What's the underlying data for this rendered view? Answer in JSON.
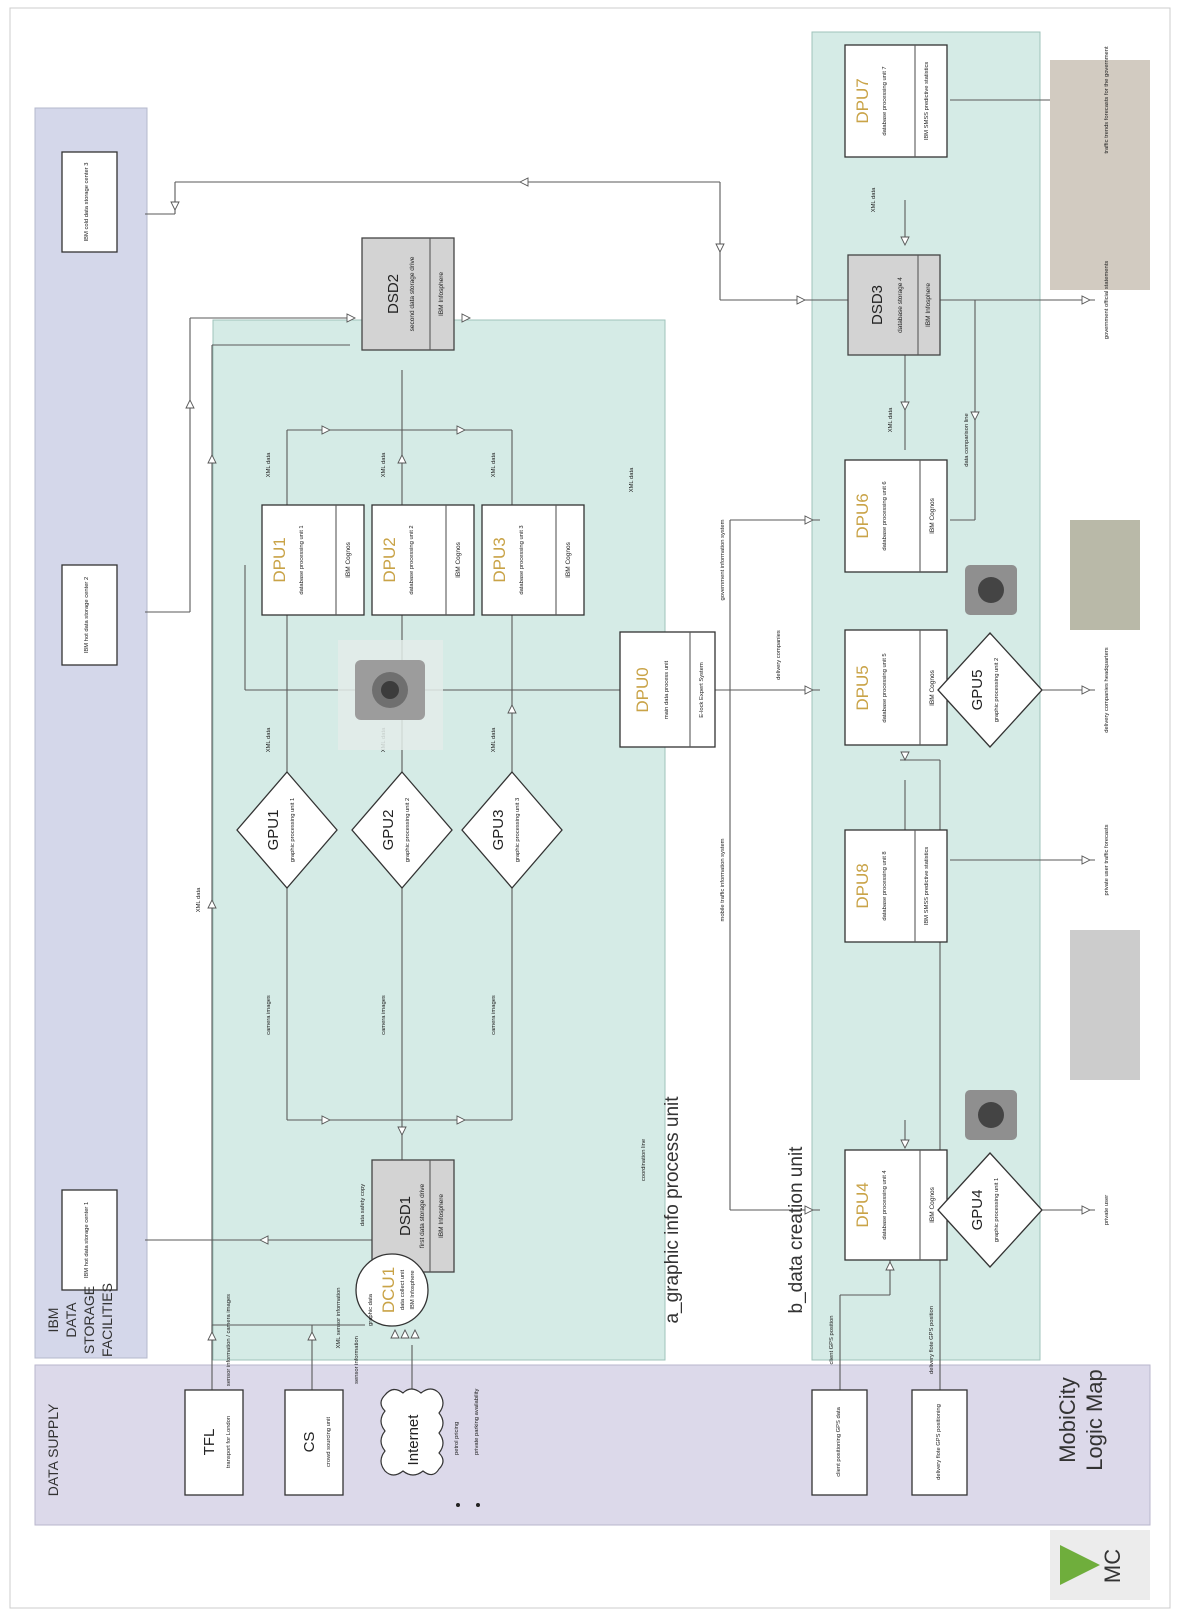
{
  "bands": {
    "data_supply": "DATA SUPPLY",
    "ibm_storage": [
      "IBM",
      "DATA",
      "STORAGE",
      "FACILITIES"
    ]
  },
  "sources": {
    "tfl": {
      "title": "TFL",
      "sub": "transport for London"
    },
    "cs": {
      "title": "CS",
      "sub": "crowd sourcing unit"
    },
    "internet": {
      "title": "Internet",
      "bullets": [
        "petrol pricing",
        "private parking availability"
      ]
    },
    "client_gps": "client positioning GPS data",
    "fleet_gps": "delivery flote GPS positioning"
  },
  "storage": {
    "hot1": "IBM hot data storage center 1",
    "hot2": "IBM hot data storage center 2",
    "cold3": "IBM cold data storage center 3"
  },
  "nodes": {
    "dcu1": {
      "name": "DCU1",
      "sub": "data collect unit",
      "sw": "IBM Infosphere"
    },
    "dsd1": {
      "name": "DSD1",
      "sub": "first data storage drive",
      "sw": "IBM Infosphere"
    },
    "dsd2": {
      "name": "DSD2",
      "sub": "second data storage drive",
      "sw": "IBM Infosphere"
    },
    "dsd3": {
      "name": "DSD3",
      "sub": "database storage 4",
      "sw": "IBM Infosphere"
    },
    "dpu0": {
      "name": "DPU0",
      "sub": "main data process unit",
      "sw": "E-lock Expert System"
    },
    "dpu1": {
      "name": "DPU1",
      "sub": "database processing unit 1",
      "sw": "IBM Cognos"
    },
    "dpu2": {
      "name": "DPU2",
      "sub": "database processing unit 2",
      "sw": "IBM Cognos"
    },
    "dpu3": {
      "name": "DPU3",
      "sub": "database processing unit 3",
      "sw": "IBM Cognos"
    },
    "dpu4": {
      "name": "DPU4",
      "sub": "database processing unit 4",
      "sw": "IBM Cognos"
    },
    "dpu5": {
      "name": "DPU5",
      "sub": "database processing unit 5",
      "sw": "IBM Cognos"
    },
    "dpu6": {
      "name": "DPU6",
      "sub": "database processing unit 6",
      "sw": "IBM Cognos"
    },
    "dpu7": {
      "name": "DPU7",
      "sub": "database processing unit 7",
      "sw": "IBM SMSS predictive statistics"
    },
    "dpu8": {
      "name": "DPU8",
      "sub": "database processing unit 8",
      "sw": "IBM SMSS predictive statistics"
    },
    "gpu1": {
      "name": "GPU1",
      "sub": "graphic processing unit 1"
    },
    "gpu2": {
      "name": "GPU2",
      "sub": "graphic processing unit 2"
    },
    "gpu3": {
      "name": "GPU3",
      "sub": "graphic processing unit 3"
    },
    "gpu4": {
      "name": "GPU4",
      "sub": "graphic processing unit 1"
    },
    "gpu5": {
      "name": "GPU5",
      "sub": "graphic processing unit 2"
    }
  },
  "labels": {
    "xml_data": "XML data",
    "camera_images": "camera images",
    "graphic_data": "graphic data",
    "xml_sensor": "XML sensor information",
    "data_safety": "data safety copy",
    "sensor_info": "sensor information",
    "sensor_camera": "sensor information / camera images",
    "coordination": "coordination line",
    "data_comparison": "data comparison line",
    "gov_info_system": "government information system",
    "mobile_traffic": "mobile traffic information system",
    "delivery_companies": "delivery companies",
    "client_gps_pos": "client GPS position",
    "fleet_gps_pos": "delivery flote GPS position"
  },
  "outputs": {
    "traffic_trends": "traffic trends forecasts for the government",
    "gov_statements": "government official statements",
    "delivery_hq": "delivery companies headquarters",
    "private_forecasts": "private user traffic forecasts",
    "private_user": "private user"
  },
  "units": {
    "a": "a_graphic info process unit",
    "b": "b_data creation unit"
  },
  "brand": {
    "logo": "MC",
    "line1": "MobiCity",
    "line2": "Logic Map"
  },
  "colors": {
    "supply_band": "#dcd9ea",
    "storage_band": "#d4d7ea",
    "unit_fill": "#d5ebe6",
    "gold": "#c9a347"
  },
  "icons": [
    "camera-icon",
    "cloud-icon",
    "mc-logo-icon"
  ]
}
